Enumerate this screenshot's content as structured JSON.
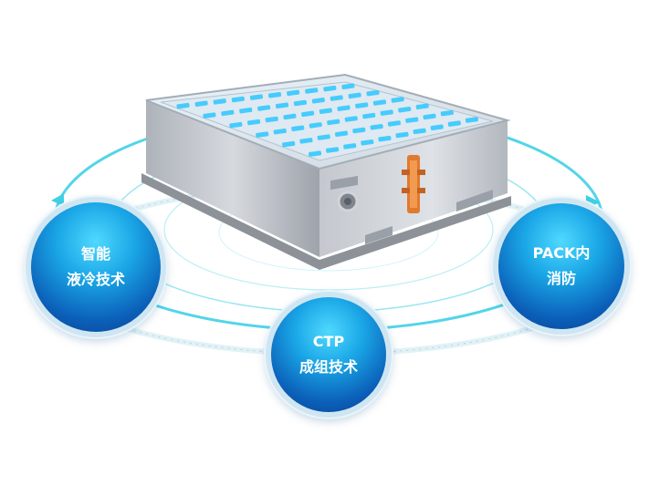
{
  "badges": {
    "left": {
      "line1": "智能",
      "line2": "液冷技术"
    },
    "middle": {
      "line1": "CTP",
      "line2": "成组技术"
    },
    "right": {
      "line1": "PACK内",
      "line2": "消防"
    }
  },
  "colors": {
    "ring": "#3fd0e6",
    "badge_core": "#1aa6e6",
    "badge_edge": "#0a3f8f",
    "pack_metal": "#c9cdd3",
    "cell_glow": "#35c9ff",
    "connector": "#e07a2e"
  }
}
